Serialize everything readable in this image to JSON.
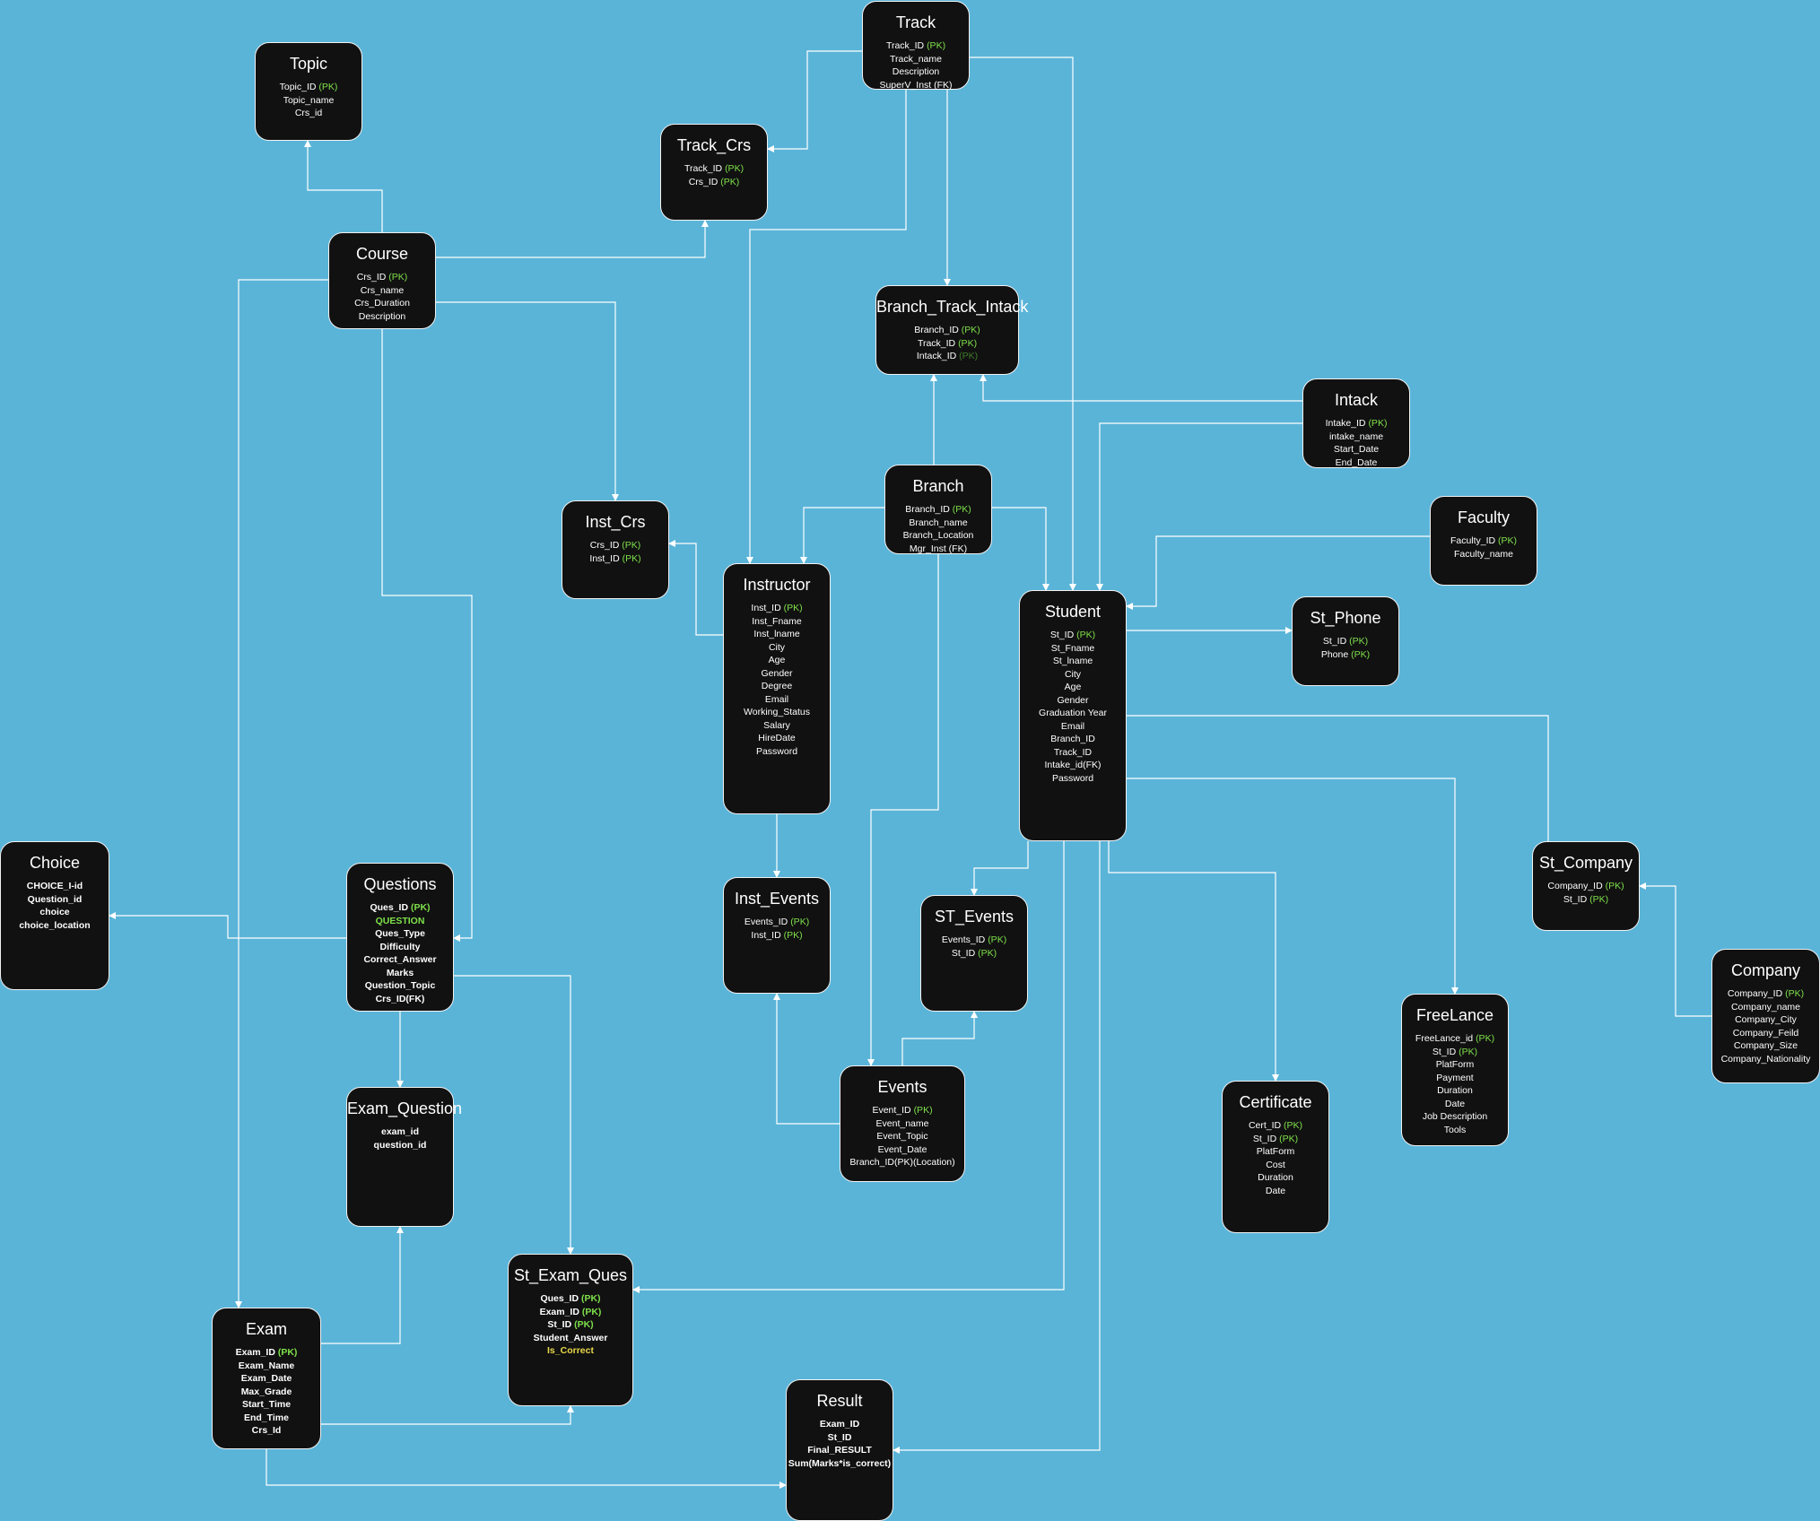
{
  "colors": {
    "background": "#5ab4d8",
    "node_fill": "#111111",
    "node_border": "#f2f2f2",
    "edge": "#ffffff",
    "pk_tag": "#7ee04a",
    "highlight_yellow": "#e8d84a"
  },
  "entities": [
    {
      "id": "track",
      "title": "Track",
      "attrs": [
        {
          "t": "Track_ID",
          "tag": "(PK)"
        },
        {
          "t": "Track_name"
        },
        {
          "t": "Description"
        },
        {
          "t": "SuperV_Inst (FK)"
        }
      ]
    },
    {
      "id": "topic",
      "title": "Topic",
      "attrs": [
        {
          "t": "Topic_ID",
          "tag": "(PK)"
        },
        {
          "t": "Topic_name"
        },
        {
          "t": "Crs_id"
        }
      ]
    },
    {
      "id": "track_crs",
      "title": "Track_Crs",
      "attrs": [
        {
          "t": "Track_ID",
          "tag": "(PK)"
        },
        {
          "t": "Crs_ID",
          "tag": "(PK)"
        }
      ]
    },
    {
      "id": "course",
      "title": "Course",
      "attrs": [
        {
          "t": "Crs_ID",
          "tag": "(PK)"
        },
        {
          "t": "Crs_name"
        },
        {
          "t": "Crs_Duration"
        },
        {
          "t": "Description"
        }
      ]
    },
    {
      "id": "branch_track_intack",
      "title": "Branch_Track_Intack",
      "attrs": [
        {
          "t": "Branch_ID",
          "tag": "(PK)"
        },
        {
          "t": "Track_ID",
          "tag": "(PK)"
        },
        {
          "t": "Intack_ID",
          "tag": "(PK)",
          "dim": true
        }
      ]
    },
    {
      "id": "intack",
      "title": "Intack",
      "attrs": [
        {
          "t": "Intake_ID",
          "tag": "(PK)"
        },
        {
          "t": "intake_name"
        },
        {
          "t": "Start_Date"
        },
        {
          "t": "End_Date"
        }
      ]
    },
    {
      "id": "branch",
      "title": "Branch",
      "attrs": [
        {
          "t": "Branch_ID",
          "tag": "(PK)"
        },
        {
          "t": "Branch_name"
        },
        {
          "t": "Branch_Location"
        },
        {
          "t": "Mgr_Inst (FK)"
        }
      ]
    },
    {
      "id": "faculty",
      "title": "Faculty",
      "attrs": [
        {
          "t": "Faculty_ID",
          "tag": "(PK)"
        },
        {
          "t": "Faculty_name"
        }
      ]
    },
    {
      "id": "inst_crs",
      "title": "Inst_Crs",
      "attrs": [
        {
          "t": "Crs_ID",
          "tag": "(PK)"
        },
        {
          "t": "Inst_ID",
          "tag": "(PK)"
        }
      ]
    },
    {
      "id": "instructor",
      "title": "Instructor",
      "attrs": [
        {
          "t": "Inst_ID",
          "tag": "(PK)"
        },
        {
          "t": "Inst_Fname"
        },
        {
          "t": "Inst_lname"
        },
        {
          "t": "City"
        },
        {
          "t": "Age"
        },
        {
          "t": "Gender"
        },
        {
          "t": "Degree"
        },
        {
          "t": "Email"
        },
        {
          "t": "Working_Status"
        },
        {
          "t": "Salary"
        },
        {
          "t": "HireDate"
        },
        {
          "t": "Password"
        }
      ]
    },
    {
      "id": "student",
      "title": "Student",
      "attrs": [
        {
          "t": "St_ID",
          "tag": "(PK)"
        },
        {
          "t": "St_Fname"
        },
        {
          "t": "St_lname"
        },
        {
          "t": "City"
        },
        {
          "t": "Age"
        },
        {
          "t": "Gender"
        },
        {
          "t": "Graduation Year"
        },
        {
          "t": "Email"
        },
        {
          "t": "Branch_ID"
        },
        {
          "t": "Track_ID"
        },
        {
          "t": "Intake_id(FK)"
        },
        {
          "t": "Password"
        }
      ]
    },
    {
      "id": "st_phone",
      "title": "St_Phone",
      "attrs": [
        {
          "t": "St_ID",
          "tag": "(PK)"
        },
        {
          "t": "Phone",
          "tag": "(PK)"
        }
      ]
    },
    {
      "id": "choice",
      "title": "Choice",
      "bold": true,
      "attrs": [
        {
          "t": "CHOICE_I-id"
        },
        {
          "t": "Question_id"
        },
        {
          "t": "choice"
        },
        {
          "t": "choice_location"
        }
      ]
    },
    {
      "id": "questions",
      "title": "Questions",
      "bold": true,
      "attrs": [
        {
          "t": "Ques_ID",
          "tag": "(PK)"
        },
        {
          "t": "QUESTION",
          "hl": "green"
        },
        {
          "t": "Ques_Type"
        },
        {
          "t": "Difficulty"
        },
        {
          "t": "Correct_Answer"
        },
        {
          "t": "Marks"
        },
        {
          "t": "Question_Topic"
        },
        {
          "t": "Crs_ID(FK)"
        }
      ]
    },
    {
      "id": "inst_events",
      "title": "Inst_Events",
      "attrs": [
        {
          "t": "Events_ID",
          "tag": "(PK)"
        },
        {
          "t": "Inst_ID",
          "tag": "(PK)"
        }
      ]
    },
    {
      "id": "st_events",
      "title": "ST_Events",
      "attrs": [
        {
          "t": "Events_ID",
          "tag": "(PK)"
        },
        {
          "t": "St_ID",
          "tag": "(PK)"
        }
      ]
    },
    {
      "id": "st_company",
      "title": "St_Company",
      "attrs": [
        {
          "t": "Company_ID",
          "tag": "(PK)"
        },
        {
          "t": "St_ID",
          "tag": "(PK)"
        }
      ]
    },
    {
      "id": "company",
      "title": "Company",
      "attrs": [
        {
          "t": "Company_ID",
          "tag": "(PK)"
        },
        {
          "t": "Company_name"
        },
        {
          "t": "Company_City"
        },
        {
          "t": "Company_Feild"
        },
        {
          "t": "Company_Size"
        },
        {
          "t": "Company_Nationality"
        }
      ]
    },
    {
      "id": "freelance",
      "title": "FreeLance",
      "attrs": [
        {
          "t": "FreeLance_id",
          "tag": "(PK)"
        },
        {
          "t": "St_ID",
          "tag": "(PK)"
        },
        {
          "t": "PlatForm"
        },
        {
          "t": "Payment"
        },
        {
          "t": "Duration"
        },
        {
          "t": "Date"
        },
        {
          "t": "Job Description"
        },
        {
          "t": "Tools"
        }
      ]
    },
    {
      "id": "exam_question",
      "title": "Exam_Question",
      "bold": true,
      "attrs": [
        {
          "t": "exam_id"
        },
        {
          "t": "question_id"
        }
      ]
    },
    {
      "id": "events",
      "title": "Events",
      "attrs": [
        {
          "t": "Event_ID",
          "tag": "(PK)"
        },
        {
          "t": "Event_name"
        },
        {
          "t": "Event_Topic"
        },
        {
          "t": "Event_Date"
        },
        {
          "t": "Branch_ID(PK)(Location)"
        }
      ]
    },
    {
      "id": "certificate",
      "title": "Certificate",
      "attrs": [
        {
          "t": "Cert_ID",
          "tag": "(PK)"
        },
        {
          "t": "St_ID",
          "tag": "(PK)"
        },
        {
          "t": "PlatForm"
        },
        {
          "t": "Cost"
        },
        {
          "t": "Duration"
        },
        {
          "t": "Date"
        }
      ]
    },
    {
      "id": "st_exam_ques",
      "title": "St_Exam_Ques",
      "bold": true,
      "attrs": [
        {
          "t": "Ques_ID",
          "tag": "(PK)"
        },
        {
          "t": "Exam_ID",
          "tag": "(PK)"
        },
        {
          "t": "St_ID",
          "tag": "(PK)"
        },
        {
          "t": "Student_Answer"
        },
        {
          "t": "Is_Correct",
          "hl": "yellow"
        }
      ]
    },
    {
      "id": "exam",
      "title": "Exam",
      "bold": true,
      "attrs": [
        {
          "t": "Exam_ID",
          "tag": "(PK)"
        },
        {
          "t": "Exam_Name"
        },
        {
          "t": "Exam_Date"
        },
        {
          "t": "Max_Grade"
        },
        {
          "t": "Start_Time"
        },
        {
          "t": "End_Time"
        },
        {
          "t": "Crs_Id"
        }
      ]
    },
    {
      "id": "result",
      "title": "Result",
      "bold": true,
      "attrs": [
        {
          "t": "Exam_ID"
        },
        {
          "t": "St_ID"
        },
        {
          "t": "Final_RESULT"
        },
        {
          "t": "Sum(Marks*is_correct)"
        }
      ]
    }
  ],
  "relationships": [
    {
      "from": "track",
      "to": "track_crs"
    },
    {
      "from": "track",
      "to": "instructor"
    },
    {
      "from": "track",
      "to": "branch_track_intack"
    },
    {
      "from": "track",
      "to": "student"
    },
    {
      "from": "course",
      "to": "topic"
    },
    {
      "from": "course",
      "to": "track_crs"
    },
    {
      "from": "course",
      "to": "exam"
    },
    {
      "from": "course",
      "to": "inst_crs"
    },
    {
      "from": "course",
      "to": "questions"
    },
    {
      "from": "intack",
      "to": "branch_track_intack"
    },
    {
      "from": "intack",
      "to": "student"
    },
    {
      "from": "branch",
      "to": "branch_track_intack"
    },
    {
      "from": "branch",
      "to": "instructor"
    },
    {
      "from": "branch",
      "to": "student"
    },
    {
      "from": "branch",
      "to": "events"
    },
    {
      "from": "faculty",
      "to": "student"
    },
    {
      "from": "instructor",
      "to": "inst_crs"
    },
    {
      "from": "instructor",
      "to": "inst_events"
    },
    {
      "from": "student",
      "to": "st_phone"
    },
    {
      "from": "student",
      "to": "st_events"
    },
    {
      "from": "student",
      "to": "st_company"
    },
    {
      "from": "student",
      "to": "freelance"
    },
    {
      "from": "student",
      "to": "certificate"
    },
    {
      "from": "student",
      "to": "st_exam_ques"
    },
    {
      "from": "student",
      "to": "result"
    },
    {
      "from": "company",
      "to": "st_company"
    },
    {
      "from": "questions",
      "to": "choice"
    },
    {
      "from": "questions",
      "to": "exam_question"
    },
    {
      "from": "questions",
      "to": "st_exam_ques"
    },
    {
      "from": "events",
      "to": "inst_events"
    },
    {
      "from": "events",
      "to": "st_events"
    },
    {
      "from": "exam",
      "to": "exam_question"
    },
    {
      "from": "exam",
      "to": "st_exam_ques"
    },
    {
      "from": "exam",
      "to": "result"
    }
  ]
}
